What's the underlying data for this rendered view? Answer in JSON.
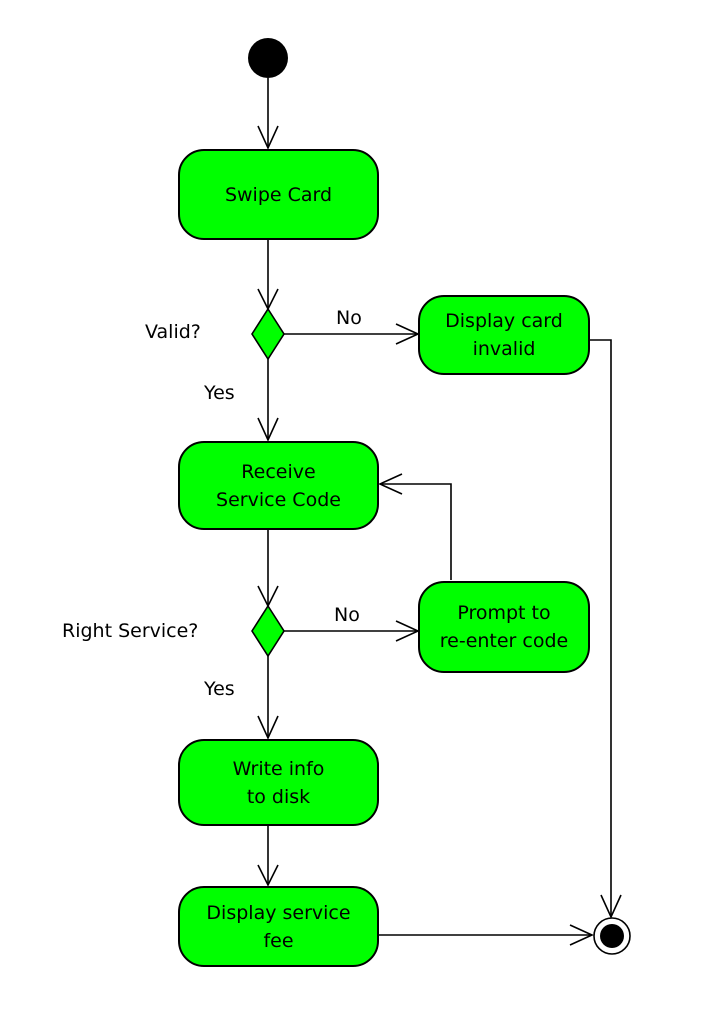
{
  "colors": {
    "activity_fill": "#00ff00",
    "stroke": "#000000",
    "background": "#ffffff"
  },
  "nodes": {
    "swipe_card": "Swipe Card",
    "display_card_invalid": "Display card\ninvalid",
    "receive_service_code": "Receive\nService Code",
    "prompt_reenter": "Prompt to\nre-enter code",
    "write_info": "Write info\nto disk",
    "display_fee": "Display service\nfee"
  },
  "decisions": {
    "valid": {
      "question": "Valid?",
      "no": "No",
      "yes": "Yes"
    },
    "right_service": {
      "question": "Right Service?",
      "no": "No",
      "yes": "Yes"
    }
  }
}
